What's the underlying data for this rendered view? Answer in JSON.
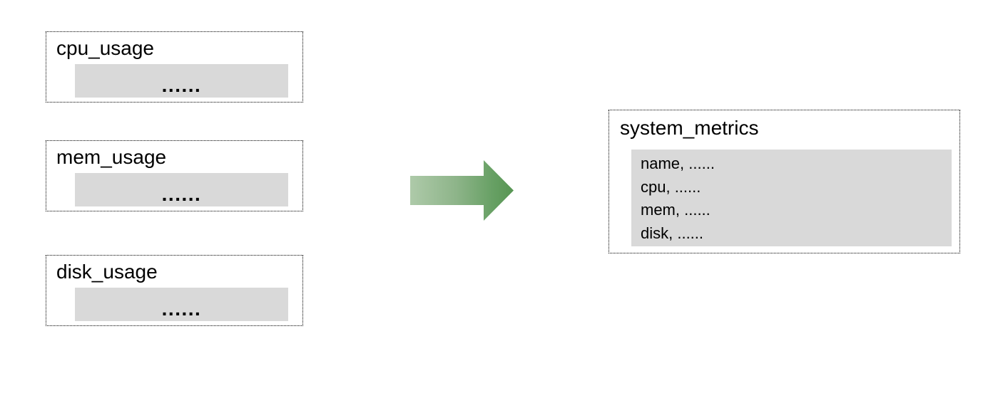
{
  "diagram": {
    "source_tables": [
      {
        "title": "cpu_usage",
        "content_placeholder": "......"
      },
      {
        "title": "mem_usage",
        "content_placeholder": "......"
      },
      {
        "title": "disk_usage",
        "content_placeholder": "......"
      }
    ],
    "arrow": {
      "direction": "right",
      "gradient_start": "#aecaa9",
      "gradient_end": "#579553"
    },
    "result_table": {
      "title": "system_metrics",
      "rows": [
        "name, ......",
        "cpu, ......",
        "mem, ......",
        "disk, ......"
      ]
    },
    "colors": {
      "panel_fill": "#d9d9d9",
      "border": "#000000",
      "background": "#ffffff",
      "text": "#000000"
    }
  }
}
